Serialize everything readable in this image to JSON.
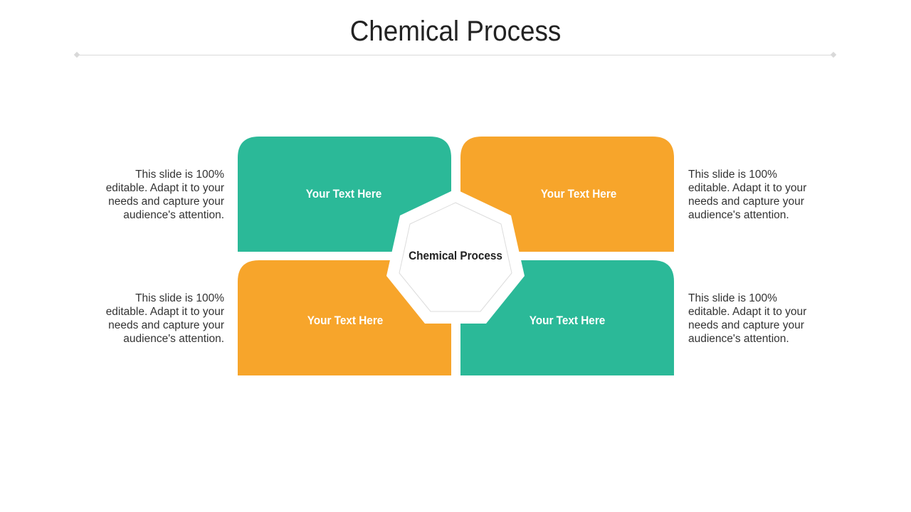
{
  "title": "Chemical Process",
  "center": {
    "label": "Chemical Process"
  },
  "cards": [
    {
      "label": "Your Text Here",
      "color": "#2bb998"
    },
    {
      "label": "Your Text Here",
      "color": "#f7a52b"
    },
    {
      "label": "Your Text Here",
      "color": "#f7a52b"
    },
    {
      "label": "Your Text Here",
      "color": "#2bb998"
    }
  ],
  "descriptions": {
    "top_left": "This slide is 100% editable. Adapt it to your needs and capture your audience's attention.",
    "top_right": "This slide is 100% editable. Adapt it to your needs and capture your audience's attention.",
    "bottom_left": "This slide is 100% editable. Adapt it to your needs and capture your audience's attention.",
    "bottom_right": "This slide is 100% editable. Adapt it to your needs and capture your audience's attention."
  },
  "colors": {
    "teal": "#2bb998",
    "orange": "#f7a52b",
    "divider": "#d9d9d9"
  }
}
